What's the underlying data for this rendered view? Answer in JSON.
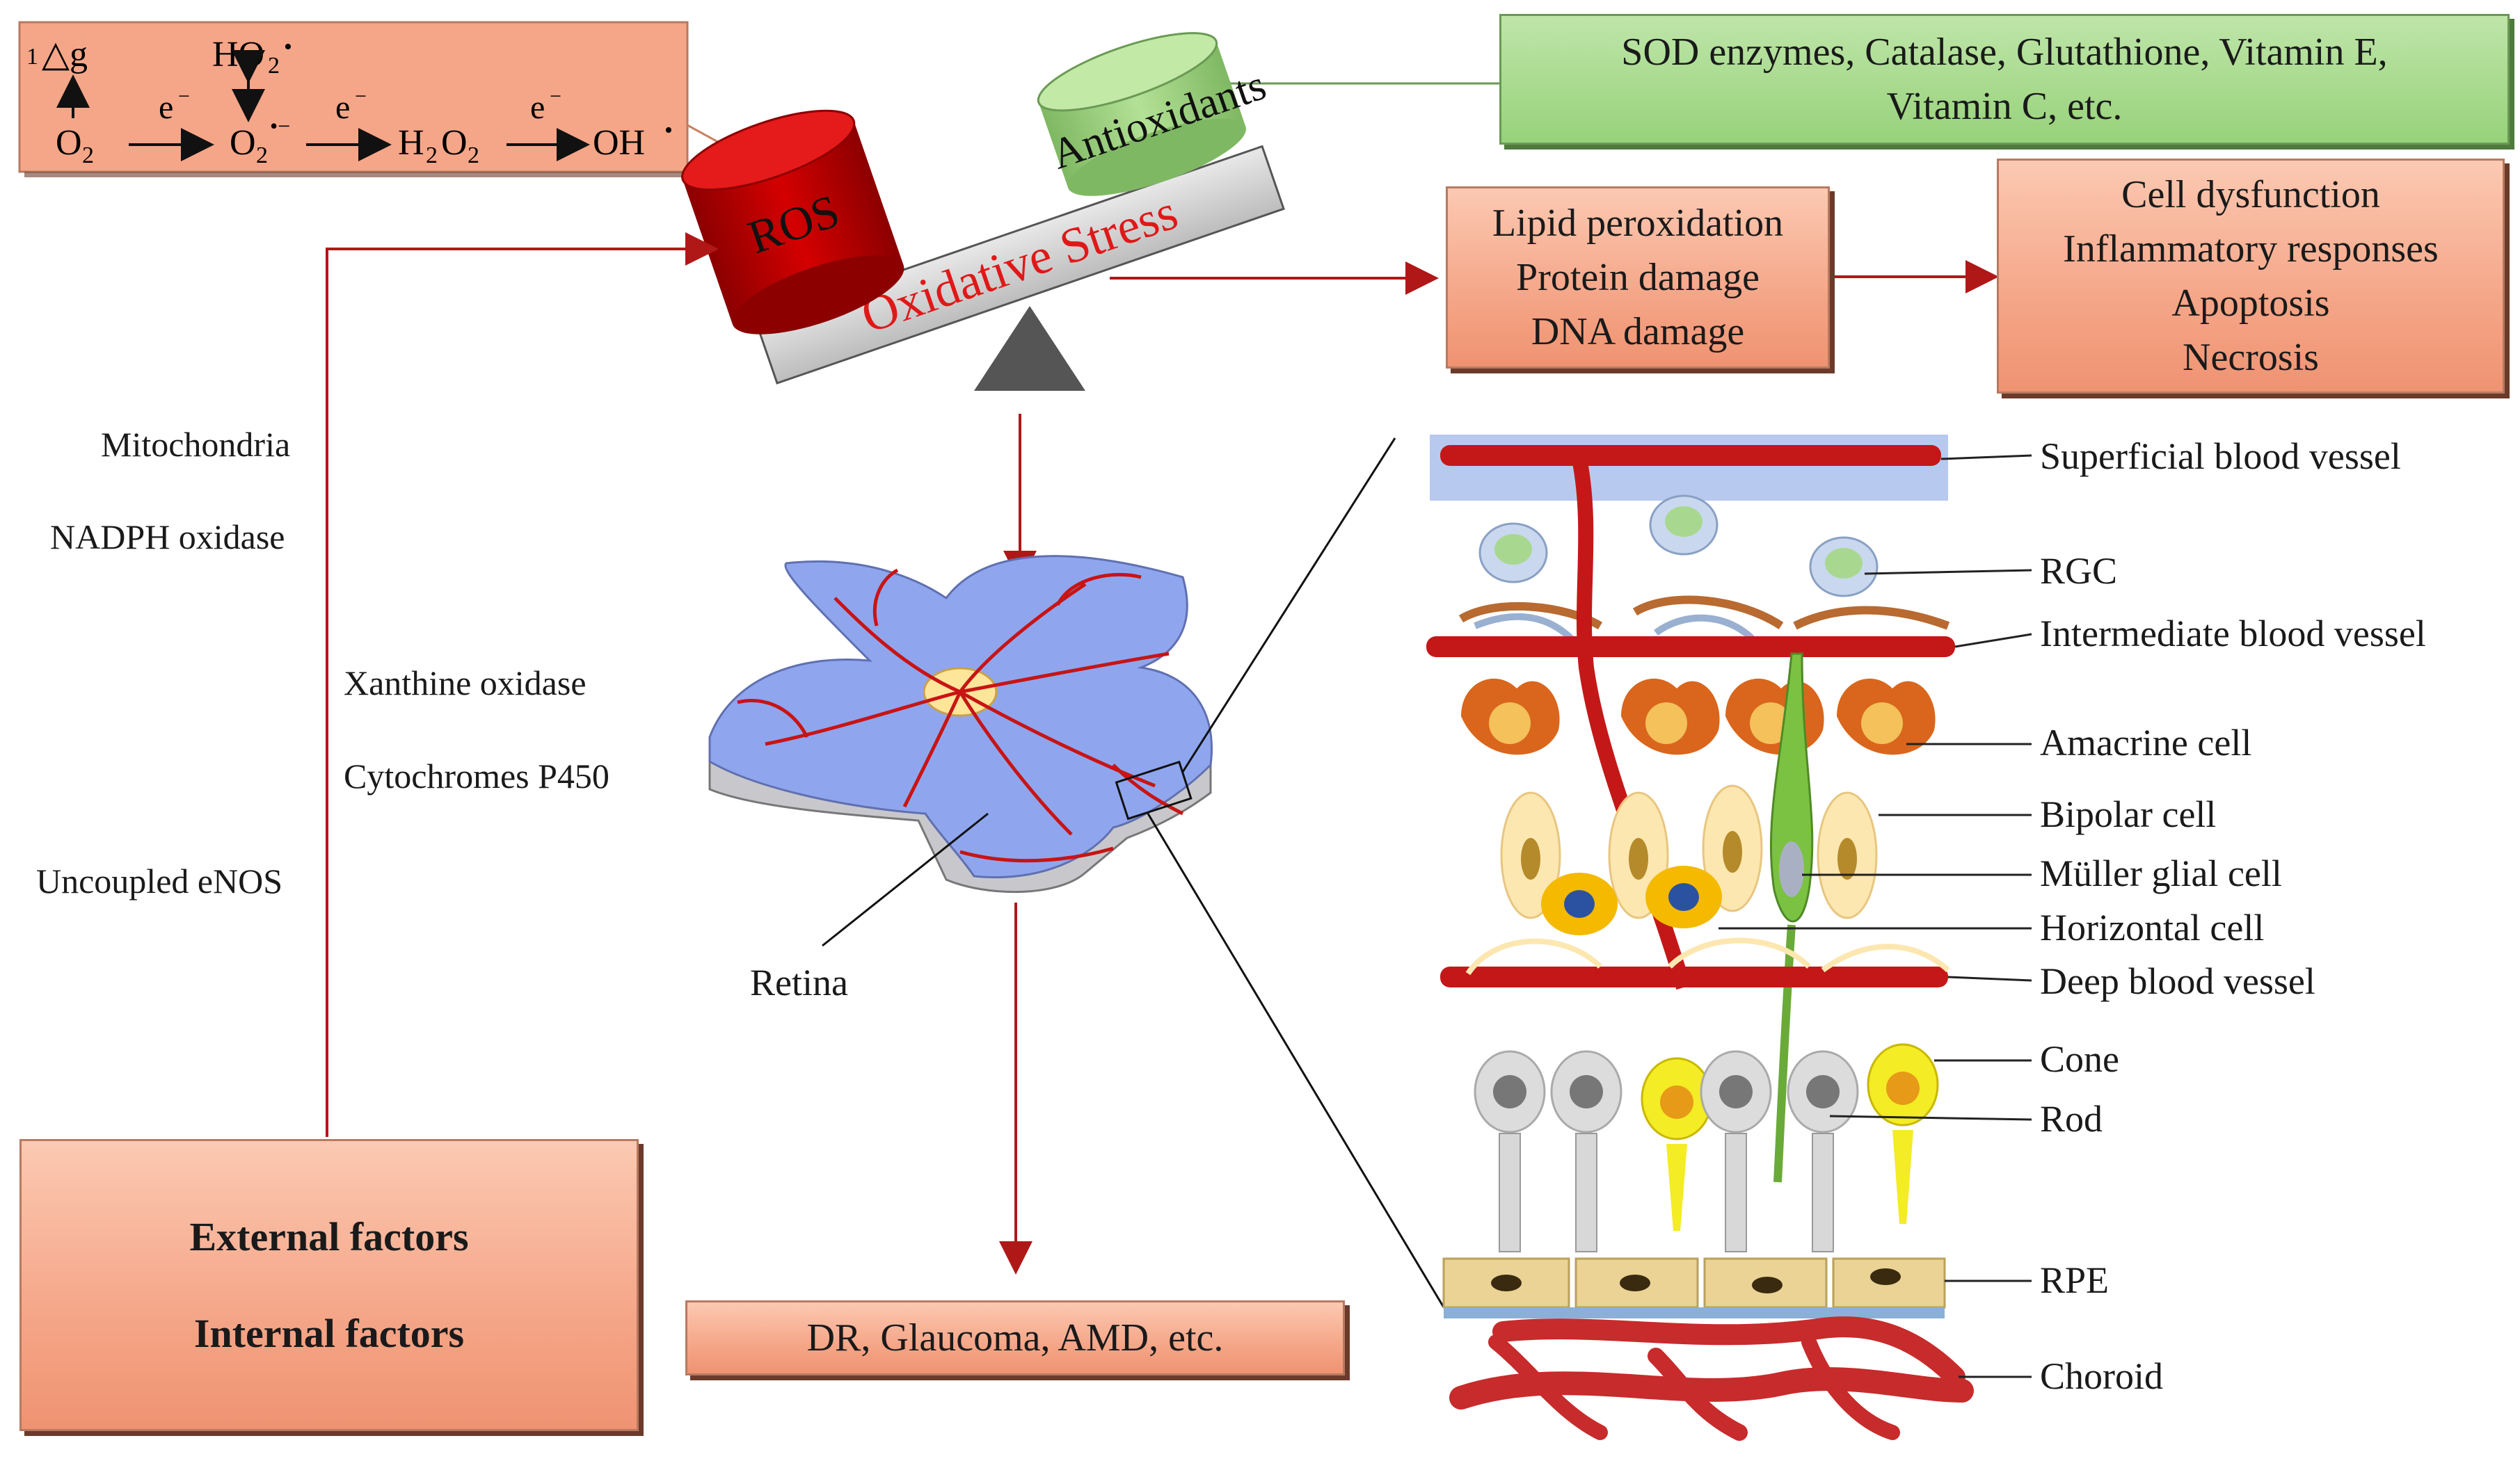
{
  "ros_equation": {
    "singlet": "△g",
    "singlet_sup": "1",
    "o2": "O",
    "o2_sub": "2",
    "ho2": "HO",
    "ho2_sub": "2",
    "ho2_sup": "•",
    "superoxide": "O",
    "superoxide_sub": "2",
    "superoxide_sup": "•−",
    "h2o2": "H",
    "h2o2_sub1": "2",
    "h2o2_o": "O",
    "h2o2_sub2": "2",
    "oh": "OH",
    "oh_sup": "•",
    "electron": "e",
    "electron_sup": "−"
  },
  "scale": {
    "ros_label": "ROS",
    "antioxidants_label": "Antioxidants",
    "beam_label": "Oxidative Stress"
  },
  "antioxidant_box": {
    "line1": "SOD enzymes, Catalase, Glutathione, Vitamin E,",
    "line2": "Vitamin C, etc."
  },
  "damage_box": [
    "Lipid peroxidation",
    "Protein damage",
    "DNA damage"
  ],
  "outcome_box": [
    "Cell dysfunction",
    "Inflammatory responses",
    "Apoptosis",
    "Necrosis"
  ],
  "sources": [
    "Mitochondria",
    "NADPH oxidase",
    "Xanthine oxidase",
    "Cytochromes P450",
    "Uncoupled eNOS"
  ],
  "factors_box": [
    "External factors",
    "Internal factors"
  ],
  "retina_label": "Retina",
  "disease_box": "DR, Glaucoma, AMD, etc.",
  "layers": [
    "Superficial blood vessel",
    "RGC",
    "Intermediate blood vessel",
    "Amacrine cell",
    "Bipolar cell",
    "Müller glial cell",
    "Horizontal cell",
    "Deep blood vessel",
    "Cone",
    "Rod",
    "RPE",
    "Choroid"
  ],
  "colors": {
    "arrow": "#b01818",
    "box_salmon": "#f5a688",
    "box_green": "#97d27a",
    "ros_red": "#c00000",
    "retina_blue": "#8fa6ef"
  }
}
